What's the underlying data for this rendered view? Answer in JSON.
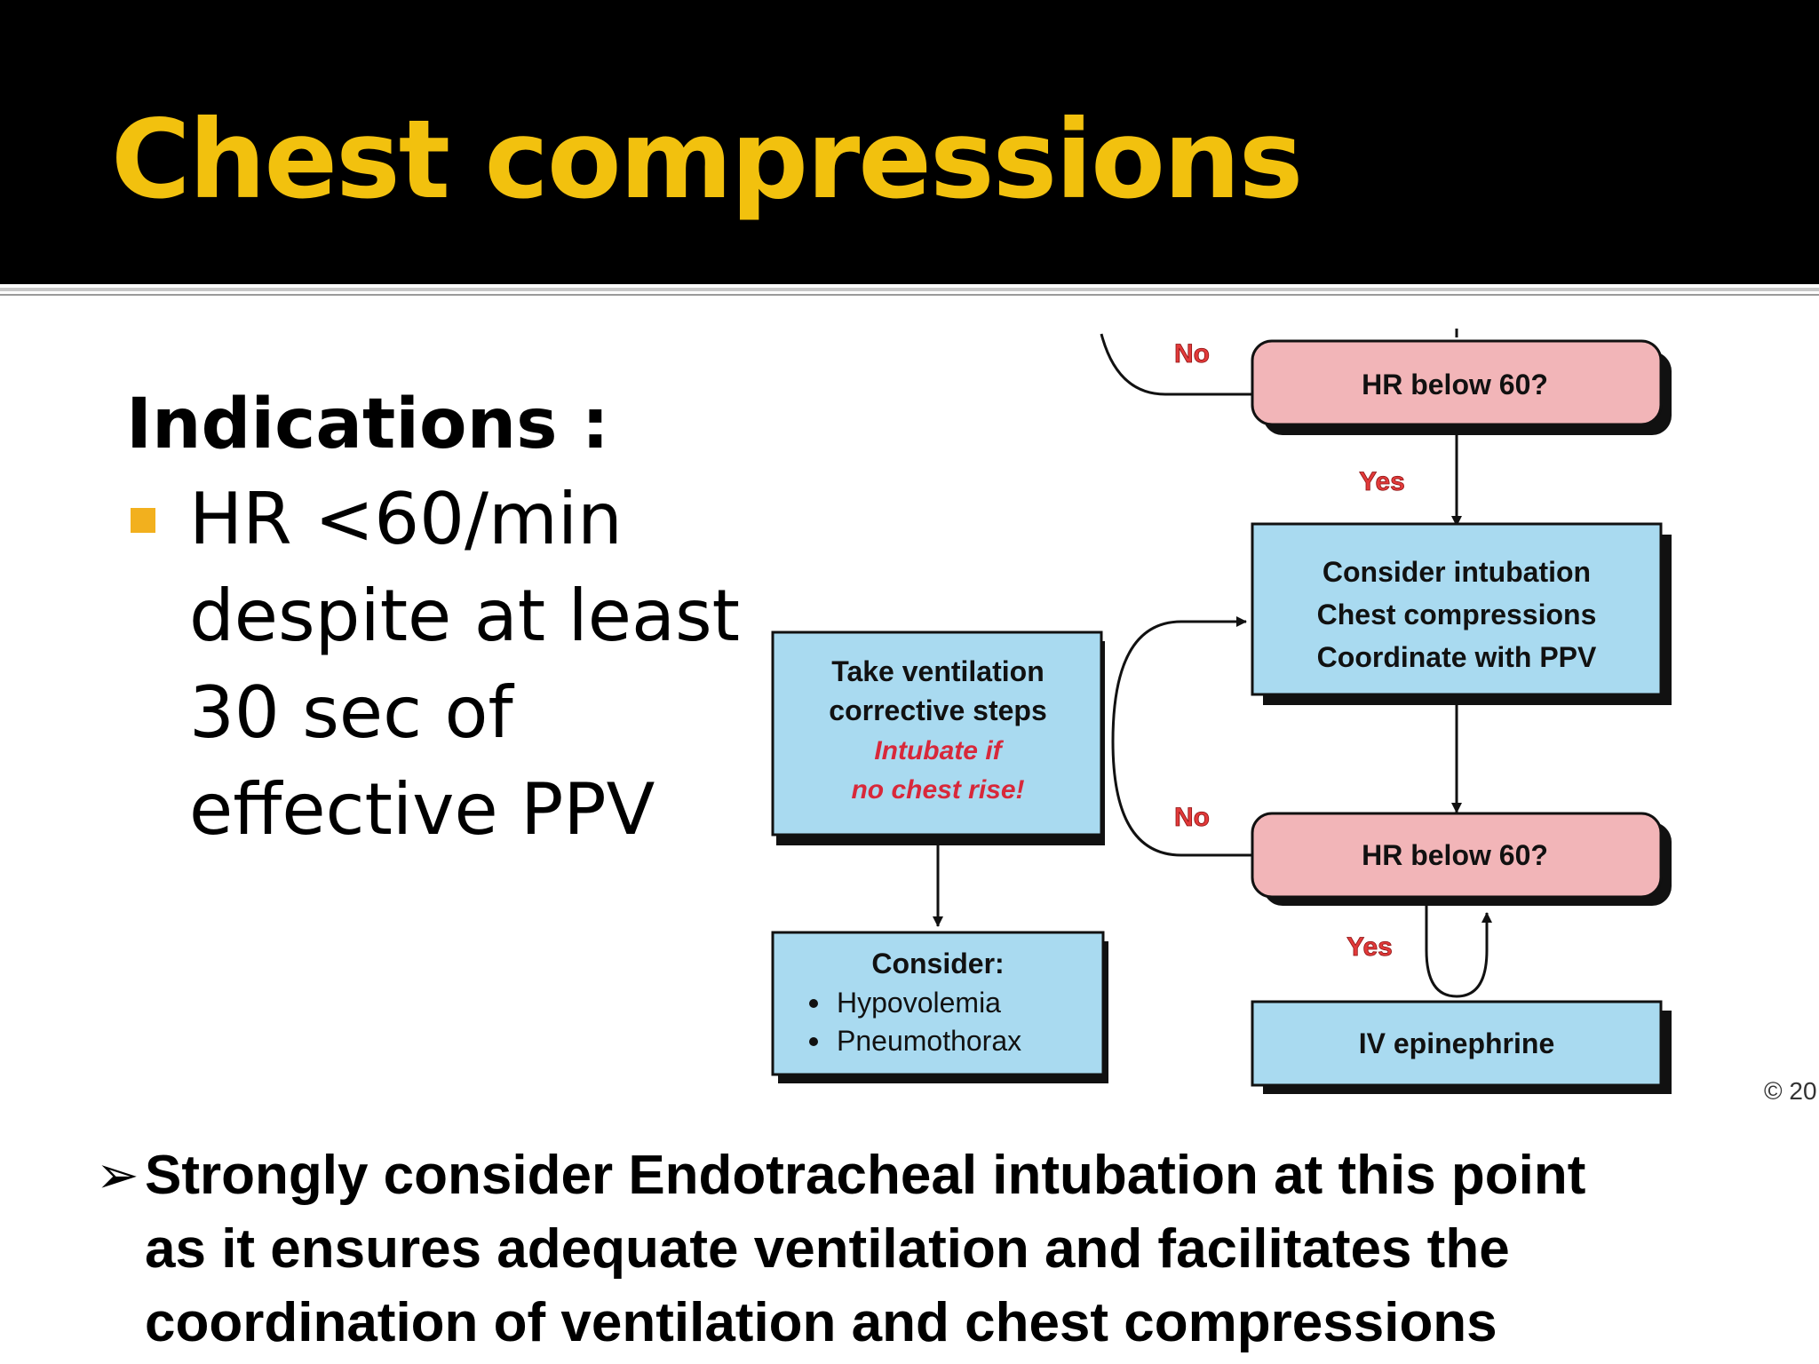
{
  "slide": {
    "title": "Chest compressions",
    "indications_heading": "Indications :",
    "bullet_lines": [
      "HR <60/min",
      "despite at least",
      "30 sec of",
      "effective PPV"
    ],
    "bottom_note_lines": [
      "Strongly consider Endotracheal intubation at this point",
      "as it ensures adequate ventilation and facilitates the",
      "coordination of ventilation and chest compressions"
    ]
  },
  "diagram": {
    "hr_check_top": "HR below 60?",
    "hr_check_bottom": "HR below 60?",
    "intervention_lines": [
      "Consider intubation",
      "Chest compressions",
      "Coordinate with PPV"
    ],
    "corrective_lines": [
      "Take ventilation",
      "corrective steps"
    ],
    "corrective_red_lines": [
      "Intubate if",
      "no chest rise!"
    ],
    "consider_title": "Consider:",
    "consider_items": [
      "Hypovolemia",
      "Pneumothorax"
    ],
    "epinephrine": "IV epinephrine",
    "label_no_top": "No",
    "label_yes_top": "Yes",
    "label_no_bottom": "No",
    "label_yes_bottom": "Yes",
    "copyright": "© 20"
  },
  "colors": {
    "title": "#f2c10e",
    "bullet": "#f2b01e",
    "pink_box": "#f2b5b8",
    "blue_box": "#a9daf0",
    "yes_no_label": "#e23a3a",
    "red_text": "#d8283a"
  }
}
